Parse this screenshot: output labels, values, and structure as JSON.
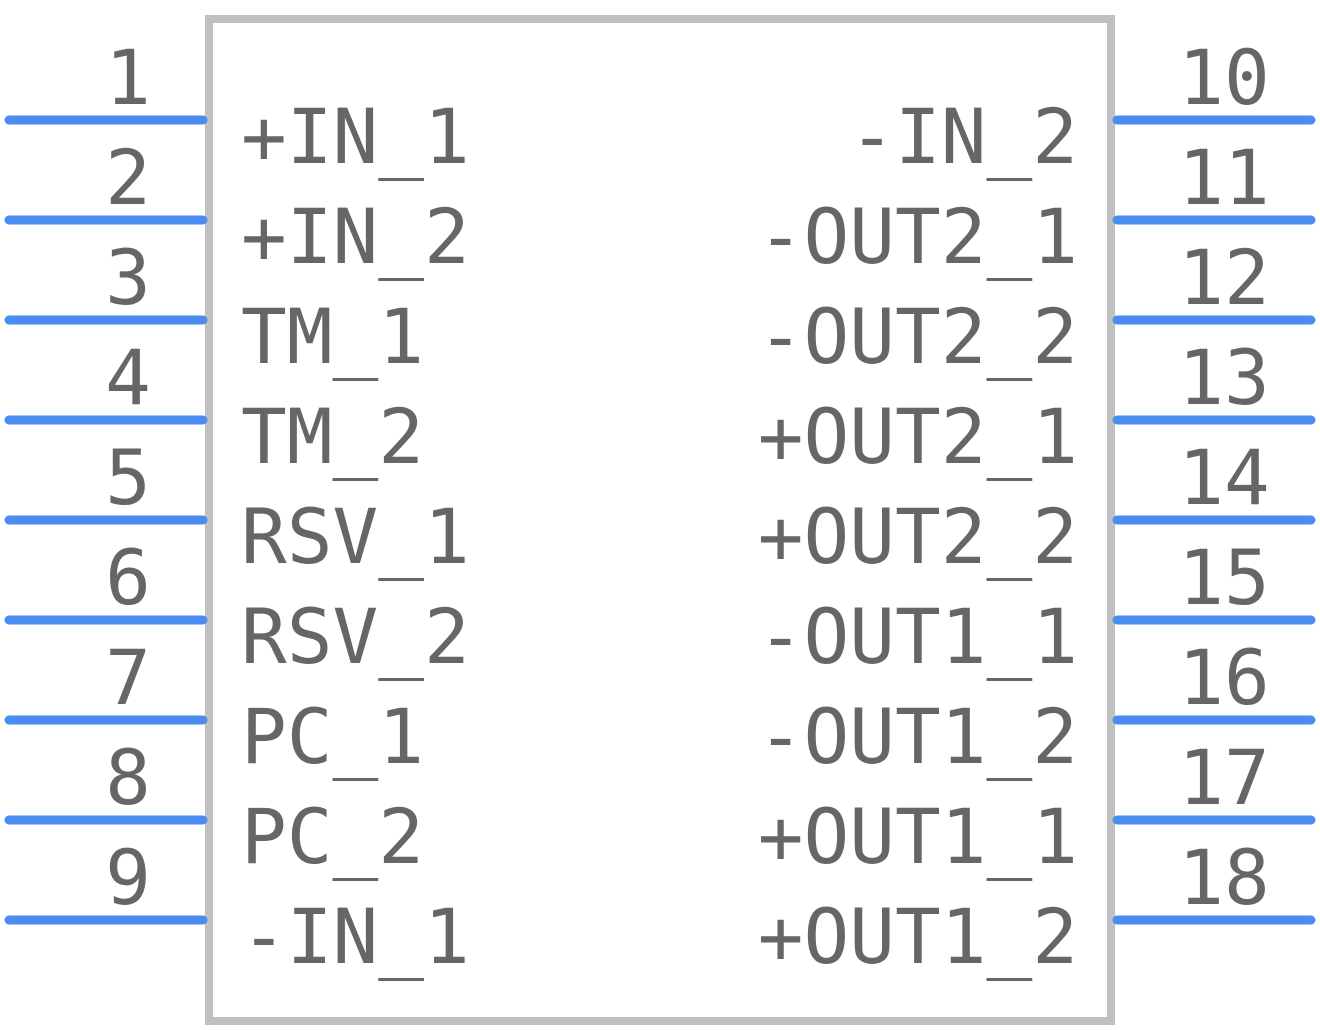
{
  "colors": {
    "pin": "#4a8cf0",
    "text": "#666666",
    "outline": "#c0c0c0",
    "background": "#ffffff"
  },
  "left_pins": [
    {
      "number": "1",
      "label": "+IN_1"
    },
    {
      "number": "2",
      "label": "+IN_2"
    },
    {
      "number": "3",
      "label": "TM_1"
    },
    {
      "number": "4",
      "label": "TM_2"
    },
    {
      "number": "5",
      "label": "RSV_1"
    },
    {
      "number": "6",
      "label": "RSV_2"
    },
    {
      "number": "7",
      "label": "PC_1"
    },
    {
      "number": "8",
      "label": "PC_2"
    },
    {
      "number": "9",
      "label": "-IN_1"
    }
  ],
  "right_pins": [
    {
      "number": "10",
      "label": "-IN_2"
    },
    {
      "number": "11",
      "label": "-OUT2_1"
    },
    {
      "number": "12",
      "label": "-OUT2_2"
    },
    {
      "number": "13",
      "label": "+OUT2_1"
    },
    {
      "number": "14",
      "label": "+OUT2_2"
    },
    {
      "number": "15",
      "label": "-OUT1_1"
    },
    {
      "number": "16",
      "label": "-OUT1_2"
    },
    {
      "number": "17",
      "label": "+OUT1_1"
    },
    {
      "number": "18",
      "label": "+OUT1_2"
    }
  ]
}
